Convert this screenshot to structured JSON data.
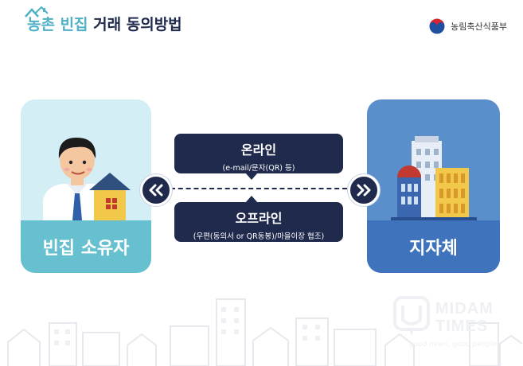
{
  "title": {
    "accent": "농촌 빈집",
    "main": "거래 동의방법"
  },
  "ministry": {
    "name": "농림축산식품부"
  },
  "owner_card": {
    "label": "빈집 소유자"
  },
  "gov_card": {
    "label": "지자체"
  },
  "online": {
    "title": "온라인",
    "subtitle": "(e-mail/문자(QR) 등)"
  },
  "offline": {
    "title": "오프라인",
    "subtitle": "(우편(동의서 or QR동봉)/마을이장 협조)"
  },
  "watermark": {
    "line1": "MIDAM",
    "line2": "TIMES",
    "tagline": "good news, good people"
  },
  "colors": {
    "navy": "#1f2a4d",
    "teal": "#66c0cf",
    "blue": "#3f74bd"
  }
}
